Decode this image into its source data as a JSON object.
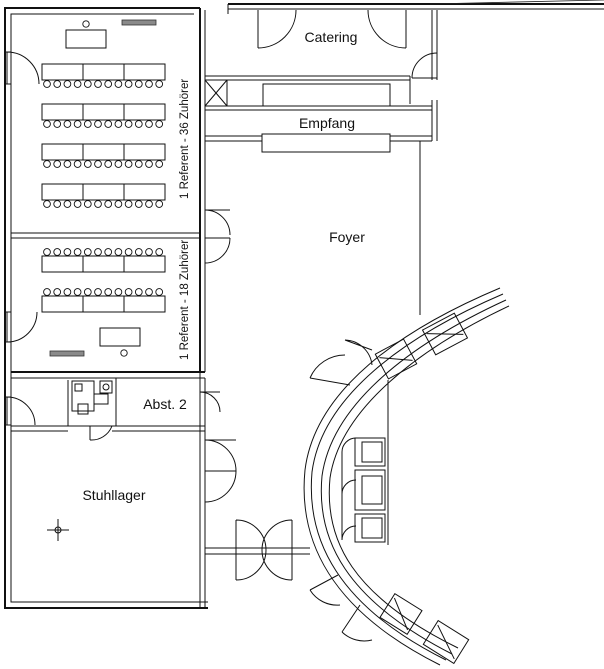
{
  "rooms": {
    "catering": "Catering",
    "empfang": "Empfang",
    "foyer": "Foyer",
    "abst2": "Abst. 2",
    "stuhllager": "Stuhllager"
  },
  "seminar_rooms": {
    "large_caption": "1 Referent - 36 Zuhörer",
    "small_caption": "1 Referent - 18 Zuhörer"
  }
}
